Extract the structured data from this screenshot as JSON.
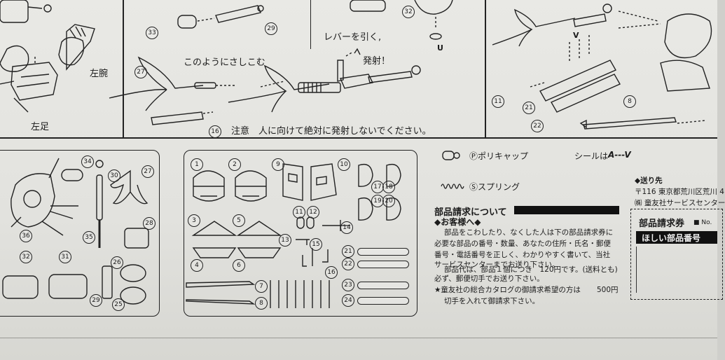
{
  "top": {
    "left_arm": "左腕",
    "left_foot": "左足",
    "insert_caption": "このようにさしこむ",
    "lever_caption": "レバーを引く,",
    "fire_caption": "発射！",
    "warning": "注意　人に向けて絶対に発射しないでください。",
    "v_mark": "V",
    "u_mark": "U",
    "callouts": [
      "33",
      "29",
      "27",
      "16",
      "32",
      "11",
      "21",
      "22",
      "8"
    ]
  },
  "runner_left": {
    "callouts": [
      "34",
      "30",
      "27",
      "36",
      "35",
      "28",
      "32",
      "31",
      "26",
      "29",
      "25"
    ]
  },
  "runner_right": {
    "callouts": [
      "1",
      "2",
      "9",
      "10",
      "17",
      "18",
      "19",
      "20",
      "11",
      "12",
      "14",
      "3",
      "5",
      "13",
      "15",
      "4",
      "6",
      "21",
      "22",
      "16",
      "7",
      "23",
      "8",
      "24"
    ]
  },
  "legend": {
    "polycap": "Ⓟポリキャップ",
    "seal": "シールは",
    "seal_range": "A---V",
    "spring": "Ⓢスプリング"
  },
  "parts_request": {
    "title": "部品請求について",
    "customer": "◆お客様へ◆",
    "lines": [
      "部品をこわしたり、なくした人は下の部品請求券に",
      "必要な部品の番号・数量、あなたの住所・氏名・郵便",
      "番号・電話番号を正しく、わかりやすく書いて、当社",
      "サービスセンターまでお送り下さい。",
      "部品代は、部品１個につき　120円です。(送料とも)",
      "必ず、郵便切手でお送り下さい。"
    ],
    "catalog_line1": "★童友社の総合カタログの御請求希望の方は",
    "catalog_price": "500円",
    "catalog_line2": "切手を入れて御請求下さい。"
  },
  "address": {
    "header": "◆送り先",
    "line1": "〒116 東京都荒川区荒川 4",
    "line2": "㈱ 童友社サービスセンター"
  },
  "coupon": {
    "title": "部品請求券",
    "no_label": "■ No.",
    "want": "ほしい部品番号"
  }
}
